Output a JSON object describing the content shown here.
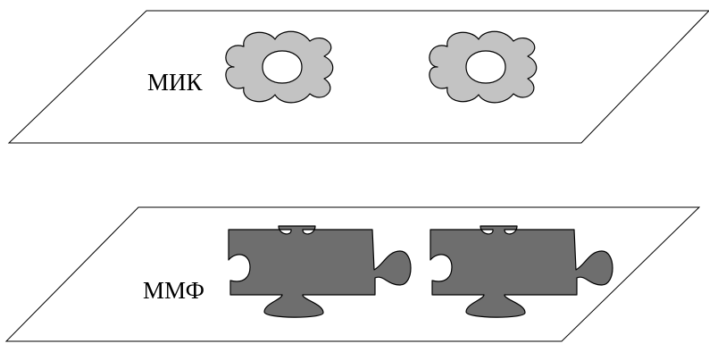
{
  "planes": [
    {
      "label": "МИК",
      "shape_count": 2,
      "shape": "flower-ring",
      "fill": "#c3c3c3"
    },
    {
      "label": "ММФ",
      "shape_count": 2,
      "shape": "puzzle-piece",
      "fill": "#6e6e6e"
    }
  ],
  "colors": {
    "line": "#000000",
    "background": "#ffffff",
    "hole": "#ffffff"
  }
}
